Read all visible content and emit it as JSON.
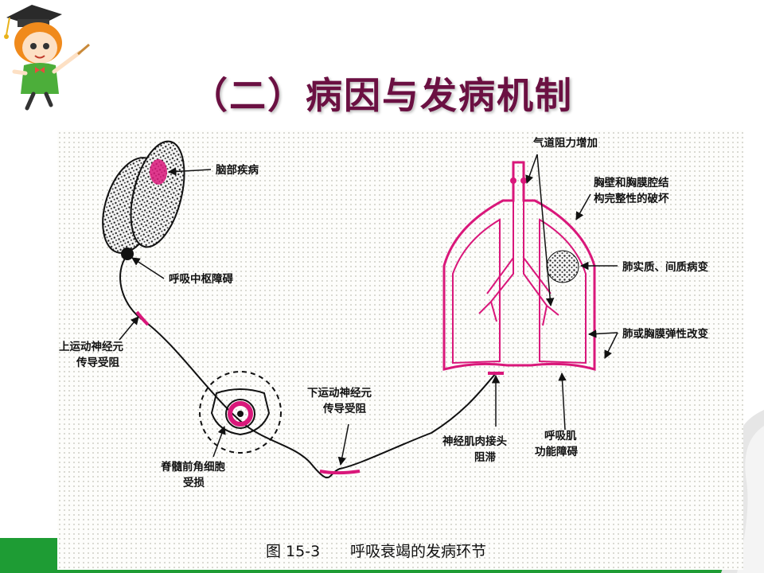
{
  "slide": {
    "title": "（二）病因与发病机制"
  },
  "figure": {
    "caption_number": "图 15-3",
    "caption_text": "呼吸衰竭的发病环节",
    "labels": {
      "brain_disease": "脑部疾病",
      "resp_center_line1": "呼吸中枢障碍",
      "upper_motor_line1": "上运动神经元",
      "upper_motor_line2": "传导受阻",
      "spinal_line1": "脊髓前角细胞",
      "spinal_line2": "受损",
      "lower_motor_line1": "下运动神经元",
      "lower_motor_line2": "传导受阻",
      "nmj_line1": "神经肌肉接头",
      "nmj_line2": "阻滞",
      "resp_muscle_line1": "呼吸肌",
      "resp_muscle_line2": "功能障碍",
      "airway": "气道阻力增加",
      "chest_wall_line1": "胸壁和胸膜腔结",
      "chest_wall_line2": "构完整性的破坏",
      "lung_parenchyma": "肺实质、间质病变",
      "lung_elasticity": "肺或胸膜弹性改变"
    }
  },
  "colors": {
    "title": "#6b1042",
    "accent": "#d9177a",
    "band": "#1e9c34"
  },
  "icons": [
    "mascot-icon"
  ]
}
